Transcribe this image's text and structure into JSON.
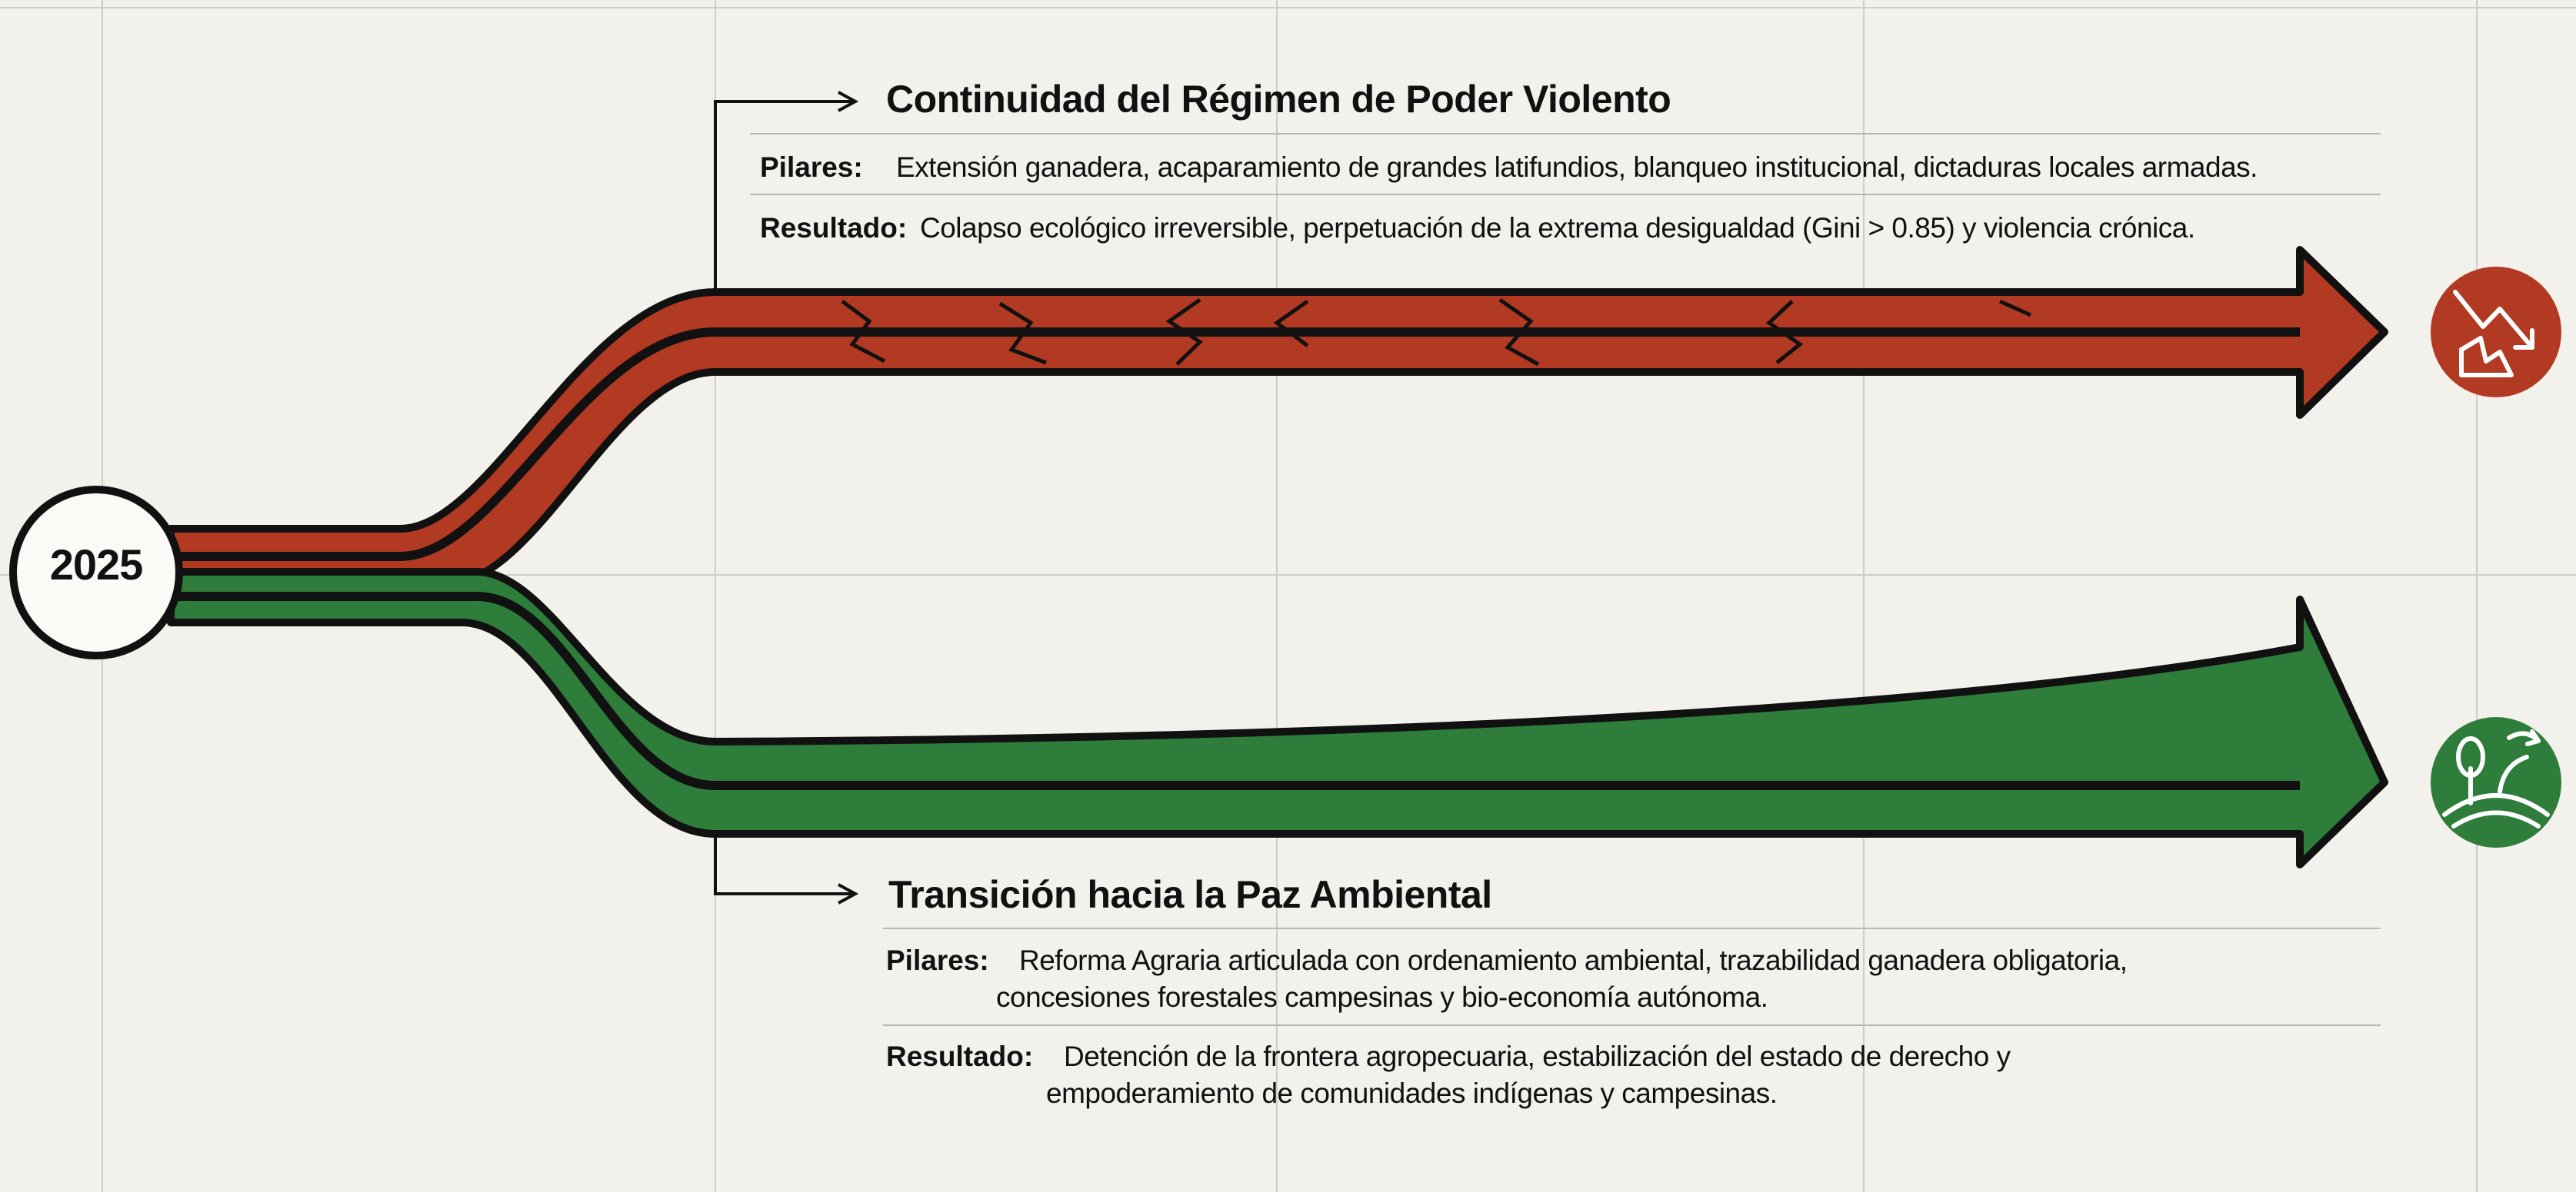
{
  "start": {
    "year": "2025"
  },
  "paths": [
    {
      "id": "violent",
      "title": "Continuidad del Régimen de Poder Violento",
      "pillars_label": "Pilares:",
      "pillars_text": "Extensión ganadera, acaparamiento de grandes latifundios, blanqueo institucional, dictaduras locales armadas.",
      "result_label": "Resultado:",
      "result_text": "Colapso ecológico irreversible, perpetuación de la extrema desigualdad (Gini > 0.85) y violencia crónica.",
      "color": "#b23a22",
      "icon": "ecological-collapse-icon"
    },
    {
      "id": "peace",
      "title": "Transición hacia la Paz Ambiental",
      "pillars_label": "Pilares:",
      "pillars_line1": "Reforma Agraria articulada con ordenamiento ambiental, trazabilidad ganadera obligatoria,",
      "pillars_line2": "concesiones forestales campesinas y bio-economía autónoma.",
      "result_label": "Resultado:",
      "result_line1": "Detención de la frontera agropecuaria, estabilización del estado de derecho y",
      "result_line2": "empoderamiento de comunidades indígenas y campesinas.",
      "color": "#2e7d3a",
      "icon": "sustainable-growth-icon"
    }
  ],
  "colors": {
    "grid": "#cfccc4",
    "outline": "#111111",
    "background": "#f3f1ec"
  }
}
